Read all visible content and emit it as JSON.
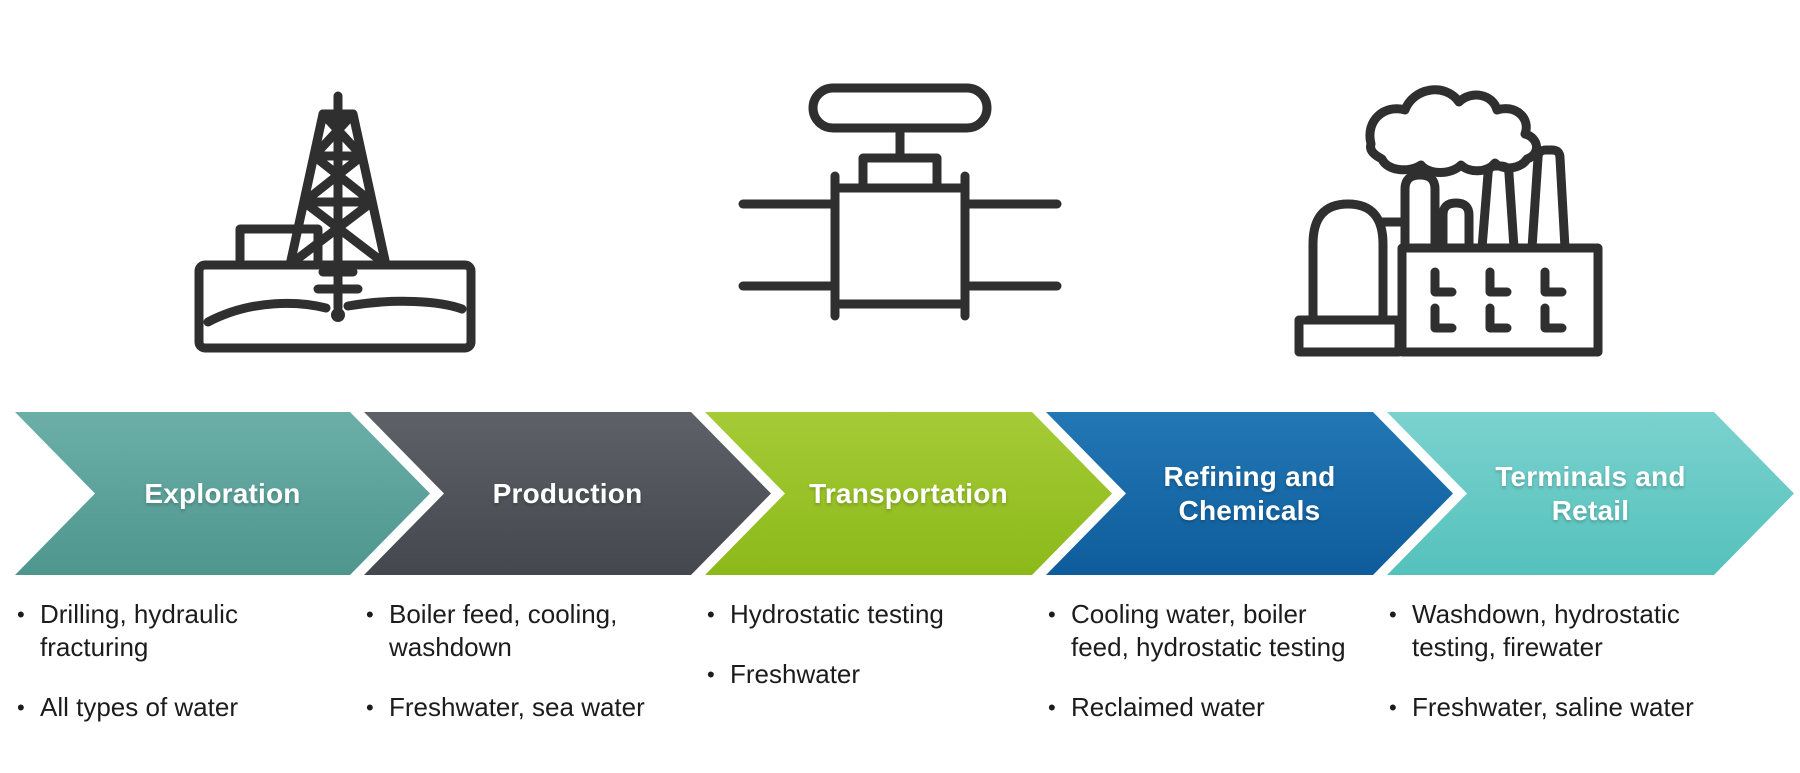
{
  "ui": {
    "bullet_char": "•",
    "background_color": "#ffffff",
    "bullet_text_color": "#1c1c1c",
    "label_text_color": "#ffffff",
    "icon_stroke_color": "#2f2f2f"
  },
  "icons": [
    {
      "name": "oil-rig-icon"
    },
    {
      "name": "pipeline-valve-icon"
    },
    {
      "name": "refinery-icon"
    }
  ],
  "stages": [
    {
      "label": [
        "Exploration"
      ],
      "colors": {
        "top": "#6bafa8",
        "bottom": "#4e968e"
      },
      "items": [
        [
          "Drilling, hydraulic",
          "fracturing"
        ],
        [
          "All types of water"
        ]
      ]
    },
    {
      "label": [
        "Production"
      ],
      "colors": {
        "top": "#5e6268",
        "bottom": "#44484e"
      },
      "items": [
        [
          "Boiler feed, cooling,",
          "washdown"
        ],
        [
          "Freshwater, sea water"
        ]
      ]
    },
    {
      "label": [
        "Transportation"
      ],
      "colors": {
        "top": "#a5cb36",
        "bottom": "#8cb91a"
      },
      "items": [
        [
          "Hydrostatic testing"
        ],
        [
          "Freshwater"
        ]
      ]
    },
    {
      "label": [
        "Refining and",
        "Chemicals"
      ],
      "colors": {
        "top": "#2377b5",
        "bottom": "#0e5c9b"
      },
      "items": [
        [
          "Cooling water, boiler",
          "feed, hydrostatic testing"
        ],
        [
          "Reclaimed water"
        ]
      ]
    },
    {
      "label": [
        "Terminals and",
        "Retail"
      ],
      "colors": {
        "top": "#7bd2ce",
        "bottom": "#55c1bc"
      },
      "items": [
        [
          "Washdown, hydrostatic",
          "testing, firewater"
        ],
        [
          "Freshwater, saline water"
        ]
      ]
    }
  ]
}
